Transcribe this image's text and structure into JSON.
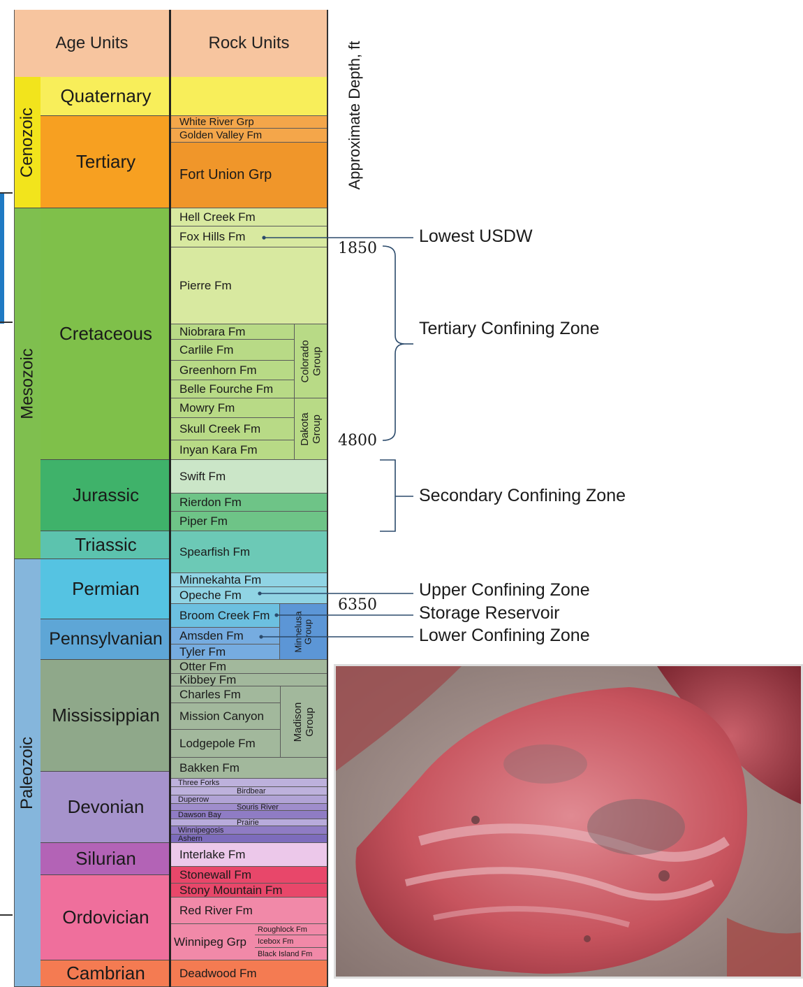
{
  "headers": {
    "age_units": "Age Units",
    "rock_units": "Rock Units",
    "depth_axis": "Approximate Depth, ft"
  },
  "eras": [
    "Cenozoic",
    "Mesozoic",
    "Paleozoic"
  ],
  "periods": [
    "Quaternary",
    "Tertiary",
    "Cretaceous",
    "Jurassic",
    "Triassic",
    "Permian",
    "Pennsylvanian",
    "Mississippian",
    "Devonian",
    "Silurian",
    "Ordovician",
    "Cambrian"
  ],
  "rocks": {
    "white_river": "White River Grp",
    "golden_valley": "Golden Valley Fm",
    "fort_union": "Fort Union Grp",
    "hell_creek": "Hell Creek Fm",
    "fox_hills": "Fox Hills Fm",
    "pierre": "Pierre Fm",
    "niobrara": "Niobrara Fm",
    "carlile": "Carlile Fm",
    "greenhorn": "Greenhorn Fm",
    "belle_fourche": "Belle Fourche Fm",
    "mowry": "Mowry Fm",
    "skull_creek": "Skull Creek Fm",
    "inyan_kara": "Inyan Kara Fm",
    "swift": "Swift Fm",
    "rierdon": "Rierdon Fm",
    "piper": "Piper Fm",
    "spearfish": "Spearfish Fm",
    "minnekahta": "Minnekahta Fm",
    "opeche": "Opeche Fm",
    "broom_creek": "Broom Creek Fm",
    "amsden": "Amsden Fm",
    "tyler": "Tyler Fm",
    "otter": "Otter Fm",
    "kibbey": "Kibbey Fm",
    "charles": "Charles Fm",
    "mission_canyon": "Mission Canyon",
    "lodgepole": "Lodgepole Fm",
    "bakken": "Bakken Fm",
    "three_forks": "Three Forks",
    "birdbear": "Birdbear",
    "duperow": "Duperow",
    "souris_river": "Souris River",
    "dawson_bay": "Dawson Bay",
    "prairie": "Prairie",
    "winnipegosis": "Winnipegosis",
    "ashern": "Ashern",
    "interlake": "Interlake Fm",
    "stonewall": "Stonewall Fm",
    "stony_mountain": "Stony Mountain Fm",
    "red_river": "Red River Fm",
    "winnipeg": "Winnipeg Grp",
    "roughlock": "Roughlock Fm",
    "icebox": "Icebox Fm",
    "black_island": "Black Island Fm",
    "deadwood": "Deadwood Fm"
  },
  "groups": {
    "colorado": "Colorado Group",
    "dakota": "Dakota Group",
    "minnelusa": "Minnelusa Group",
    "madison": "Madison Group"
  },
  "depths": {
    "d1850": "1850",
    "d4800": "4800",
    "d6350": "6350"
  },
  "zones": {
    "lowest_usdw": "Lowest USDW",
    "tertiary": "Tertiary Confining Zone",
    "secondary": "Secondary Confining Zone",
    "upper": "Upper Confining Zone",
    "storage": "Storage Reservoir",
    "lower": "Lower Confining Zone"
  },
  "colors": {
    "cenozoic": "#f2e41c",
    "mesozoic": "#7fbf4f",
    "paleozoic": "#85b6dc",
    "quaternary": "#f8ee5a",
    "tertiary": "#f7a021",
    "cretaceous": "#7fc04a",
    "jurassic": "#3fb26a",
    "triassic": "#5cc3ae",
    "permian": "#55c3e2",
    "pennsylvanian": "#5ea6d6",
    "mississippian": "#8fa88a",
    "devonian": "#a693cc",
    "silurian": "#b363b6",
    "ordovician": "#ef6f9c",
    "cambrian": "#f47b52"
  },
  "photo": {
    "subject": "red-rock-core-sample"
  }
}
